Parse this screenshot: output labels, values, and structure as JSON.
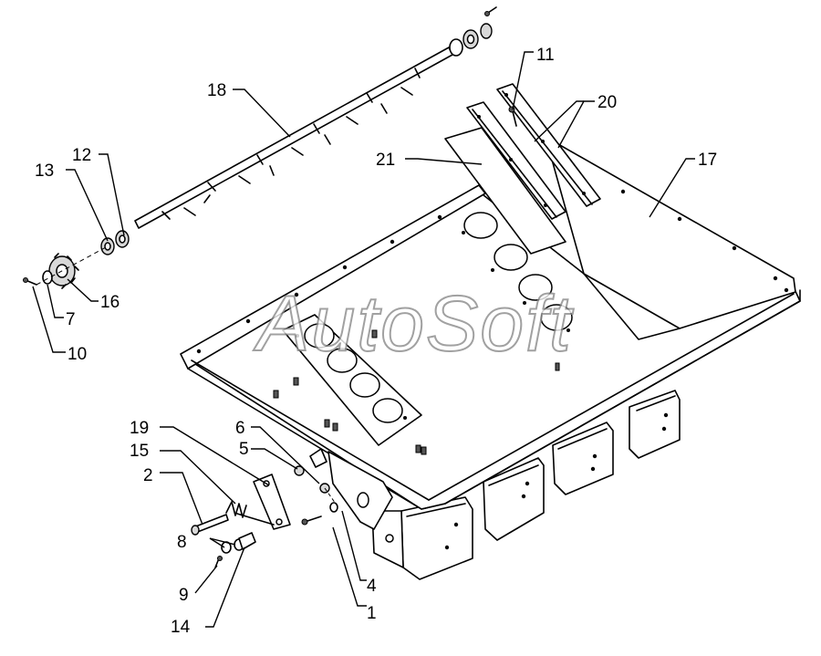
{
  "watermark": "AutoSoft",
  "callouts": [
    {
      "id": "1",
      "text": "1"
    },
    {
      "id": "2",
      "text": "2"
    },
    {
      "id": "4",
      "text": "4"
    },
    {
      "id": "5",
      "text": "5"
    },
    {
      "id": "6",
      "text": "6"
    },
    {
      "id": "7",
      "text": "7"
    },
    {
      "id": "8",
      "text": "8"
    },
    {
      "id": "9",
      "text": "9"
    },
    {
      "id": "10",
      "text": "10"
    },
    {
      "id": "11",
      "text": "11"
    },
    {
      "id": "12",
      "text": "12"
    },
    {
      "id": "13",
      "text": "13"
    },
    {
      "id": "14",
      "text": "14"
    },
    {
      "id": "15",
      "text": "15"
    },
    {
      "id": "16",
      "text": "16"
    },
    {
      "id": "17",
      "text": "17"
    },
    {
      "id": "18",
      "text": "18"
    },
    {
      "id": "19",
      "text": "19"
    },
    {
      "id": "20",
      "text": "20"
    },
    {
      "id": "21",
      "text": "21"
    }
  ]
}
